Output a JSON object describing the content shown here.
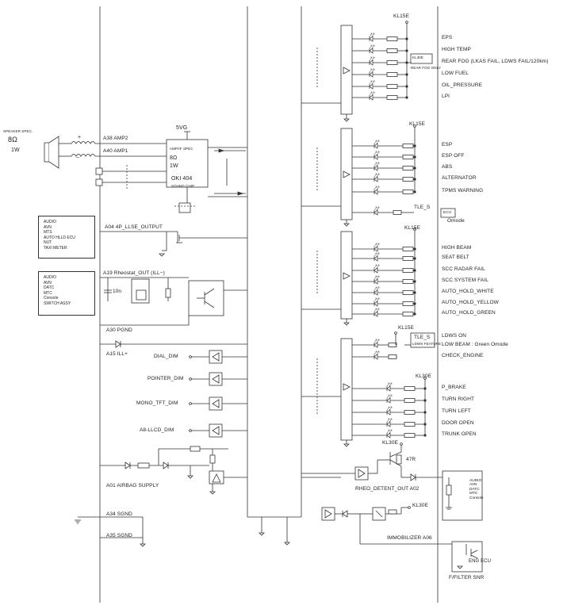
{
  "left": {
    "speaker_note": "SPEAKER SPEC.",
    "speaker_ohm": "8Ω",
    "speaker_w": "1W",
    "plus": "+",
    "minus": "−",
    "amp_plus_pin": "A38 AMP2",
    "amp_minus_pin": "A40 AMP1",
    "vcc": "5VG",
    "chip_spec": "AMP/IF SPEC",
    "chip_ohm": "8Ω",
    "chip_w": "1W",
    "chip_name": "OKI 404",
    "chip_sub": "SOUND CHIP",
    "pulse_label": "A04 4P_LLSE_OUTPUT",
    "pulse_devices": [
      "AUDIO",
      "AVN",
      "MTS",
      "AUTO HLLD ECU",
      "NUT",
      "TAXI METER"
    ],
    "rheo_label": "A19 Rheostat_OUT (ILL−)",
    "rheo_devices": [
      "AUDIO",
      "AVN",
      "DATC",
      "MTC",
      "Console",
      "SWITCH ASSY"
    ],
    "cap_label": "10n",
    "gnd_label": "A30 PGND",
    "ill_label": "A15 ILL+",
    "dial_dim": "DIAL_DIM",
    "pointer_dim": "POINTER_DIM",
    "mono_dim": "MONO_TFT_DIM",
    "lcd_dim": "A8-LLCD_DIM",
    "airbag": "A01 AIRBAG SUPPLY",
    "sgnd1": "A34 SGND",
    "sgnd2": "A35 SGND"
  },
  "right": {
    "group1_supply": "KL15E",
    "group1": [
      "EPS",
      "HIGH TEMP",
      "REAR FOG (LKAS FAIL, LDWS FAIL/120km)",
      "LOW FUEL",
      "OIL_PRESSURE",
      "LPI"
    ],
    "kl30_box": "KL30E",
    "kl30_note": "REAR FOG ONLY",
    "group2_supply": "KL15E",
    "group2": [
      "ESP",
      "ESP OFF",
      "ABS",
      "ALTERNATOR",
      "TPMS WARNING"
    ],
    "tle_label": "TLE_S",
    "eco_box": "ECO",
    "eco_note": "Omode",
    "group3_supply": "KL15E",
    "group3": [
      "HIGH BEAM",
      "SEAT BELT",
      "SCC RADAR FAIL",
      "SCC SYSTEM FAIL",
      "AUTO_HOLD_WHITE",
      "AUTO_HOLD_YELLOW",
      "AUTO_HOLD_GREEN"
    ],
    "group4_supply": "KL15E",
    "tle_box": "TLE_S",
    "tle_note": "LDWS FEATURE",
    "ldws": "LDWS ON",
    "lowbeam": "LOW BEAM : Green Omode",
    "check_engine": "CHECK_ENGINE",
    "group5_supply": "KL30E",
    "group5": [
      "P_BRAKE",
      "TURN RIGHT",
      "TURN LEFT",
      "DOOR OPEN",
      "TRUNK OPEN"
    ],
    "rheo_kl30": "KL30E",
    "res47": "47R",
    "rheo_detent": "RHEO_DETENT_OUT A02",
    "detent_devices": [
      "AUDIO",
      "AVN",
      "DATC",
      "MTC",
      "Console"
    ],
    "imm_kl30": "KL30E",
    "immobilizer": "IMMOBILIZER A06",
    "eng_ecu": "ENG ECU",
    "filter": "F/FILTER SNR"
  }
}
